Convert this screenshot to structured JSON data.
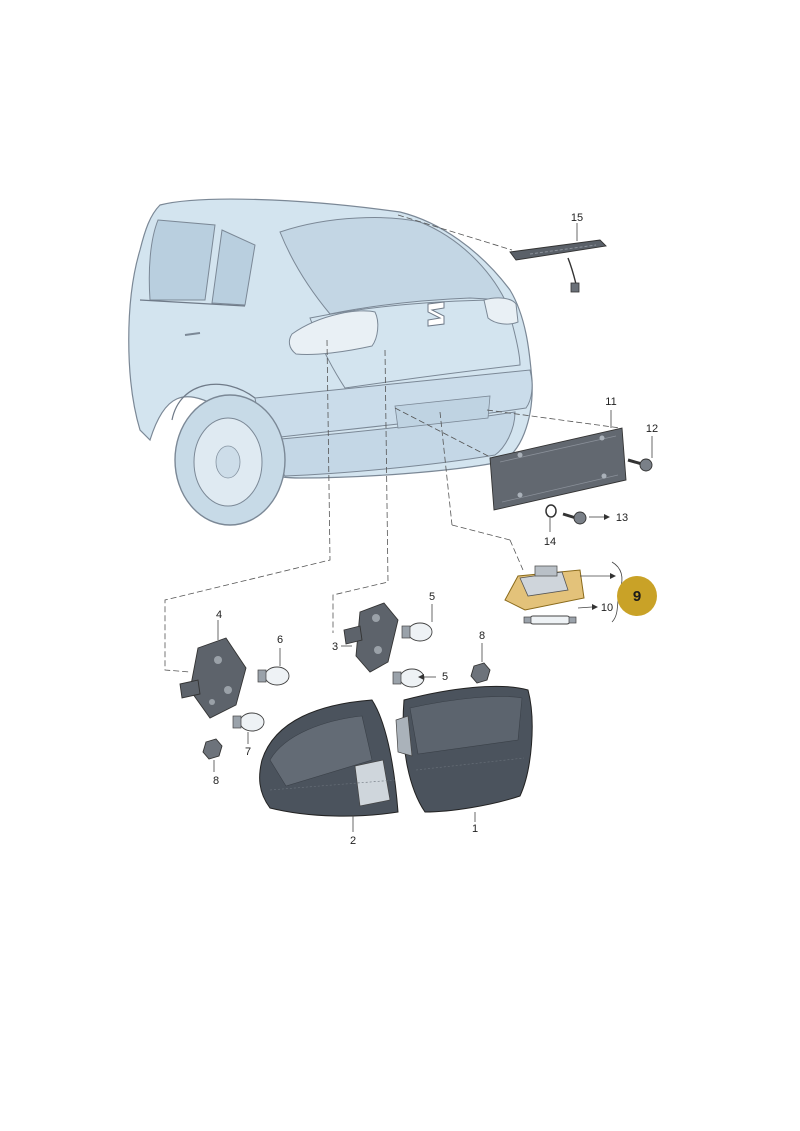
{
  "labels": {
    "p1": "1",
    "p2": "2",
    "p3": "3",
    "p4": "4",
    "p5a": "5",
    "p5b": "5",
    "p6": "6",
    "p7": "7",
    "p8a": "8",
    "p8b": "8",
    "p10": "10",
    "p11": "11",
    "p12": "12",
    "p13": "13",
    "p14": "14",
    "p15": "15"
  },
  "callout": {
    "number": "9",
    "color": "#c9a227"
  },
  "colors": {
    "car_body": "#d3e4ef",
    "lamp_dark": "#4b535d",
    "bulb": "#eef2f5",
    "plate_light": "#e3c27a"
  }
}
